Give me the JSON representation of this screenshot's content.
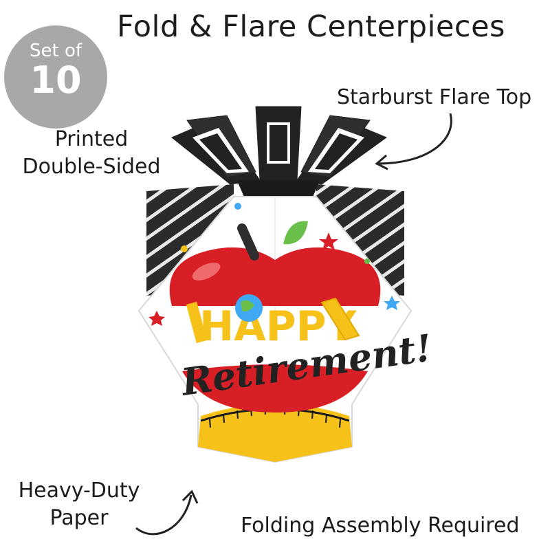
{
  "title": "Fold & Flare Centerpieces",
  "badge": {
    "line1": "Set of",
    "line2": "10"
  },
  "callouts": {
    "starburst": "Starburst Flare Top",
    "printed_line1": "Printed",
    "printed_line2": "Double-Sided",
    "paper_line1": "Heavy-Duty",
    "paper_line2": "Paper",
    "folding": "Folding Assembly Required"
  },
  "product_art": {
    "happy": "HAPPY",
    "retirement": "Retirement!"
  },
  "colors": {
    "badge": "#a9a8a8",
    "apple_red": "#d91f26",
    "ruler_yellow": "#f6c21a",
    "leaf_green": "#6abf4b",
    "starburst_black": "#222222"
  },
  "icons": [
    "curved-arrow-icon",
    "apple-icon",
    "leaf-icon",
    "star-icon",
    "globe-icon",
    "pencil-icon",
    "ruler-icon"
  ]
}
